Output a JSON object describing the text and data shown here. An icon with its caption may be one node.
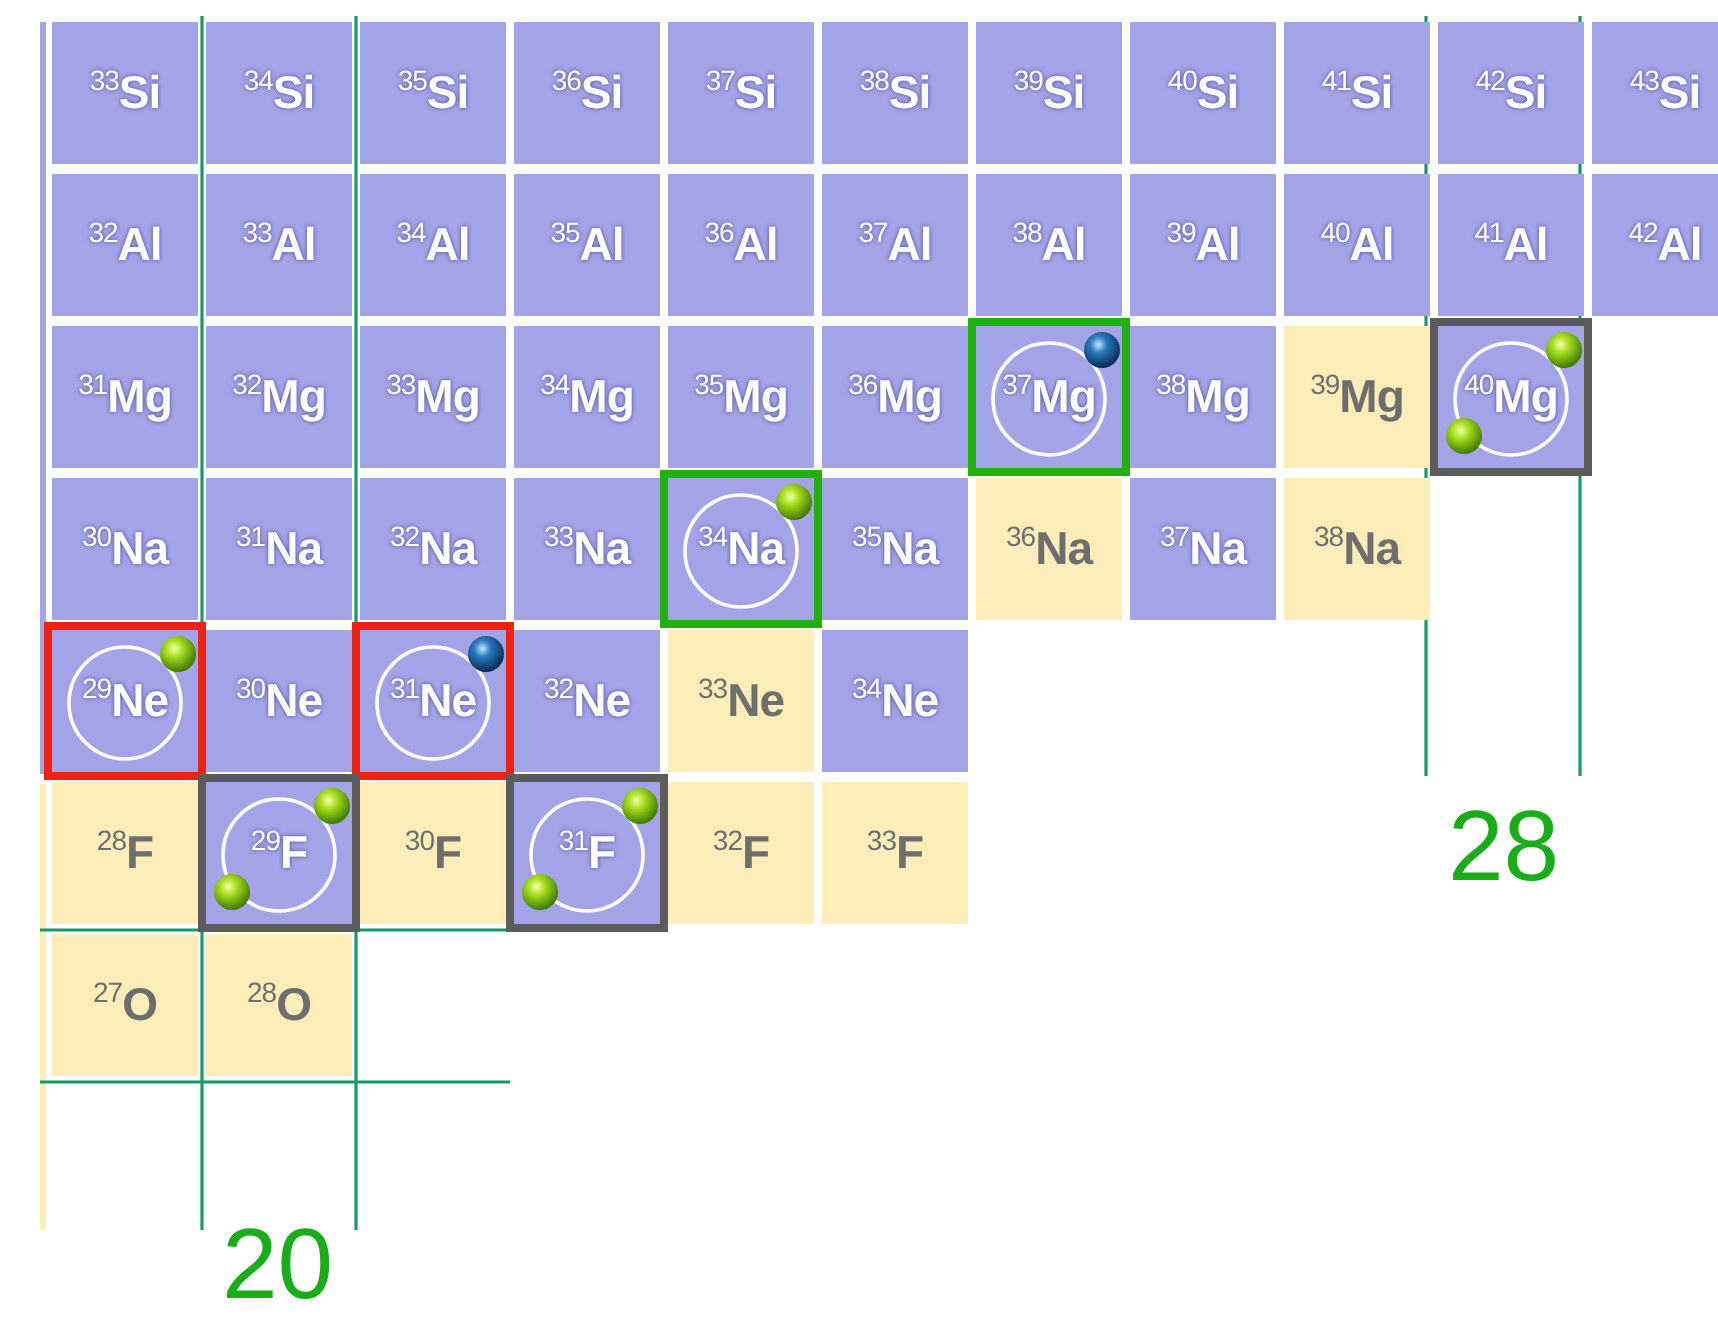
{
  "diagram": {
    "nodes": [
      {
        "text": [
          "$^{33}$Si"
        ]
      },
      {
        "text": [
          "$^{34}$Si"
        ]
      },
      {
        "text": [
          "$^{35}$Si"
        ]
      },
      {
        "text": [
          "$^{36}$Si"
        ]
      },
      {
        "text": [
          "$^{37}$Si"
        ]
      },
      {
        "text": [
          "$^{38}$Si"
        ]
      },
      {
        "text": [
          "$^{39}$Si"
        ]
      },
      {
        "text": [
          "$^{40}$Si"
        ]
      },
      {
        "text": [
          "$^{41}$Si"
        ]
      },
      {
        "text": [
          "$^{42}$Si"
        ]
      },
      {
        "text": [
          "$^{43}$Si"
        ]
      },
      {
        "text": [
          "$^{32}$Al"
        ]
      },
      {
        "text": [
          "$^{33}$Al"
        ]
      },
      {
        "text": [
          "$^{34}$Al"
        ]
      },
      {
        "text": [
          "$^{35}$Al"
        ]
      },
      {
        "text": [
          "$^{36}$Al"
        ]
      },
      {
        "text": [
          "$^{37}$Al"
        ]
      },
      {
        "text": [
          "$^{38}$Al"
        ]
      },
      {
        "text": [
          "$^{39}$Al"
        ]
      },
      {
        "text": [
          "$^{40}$Al"
        ]
      },
      {
        "text": [
          "$^{41}$Al"
        ]
      },
      {
        "text": [
          "$^{42}$Al"
        ]
      },
      {
        "text": [
          "$^{31}$Mg"
        ]
      },
      {
        "text": [
          "$^{32}$Mg"
        ]
      },
      {
        "text": [
          "$^{33}$Mg"
        ]
      },
      {
        "text": [
          "$^{34}$Mg"
        ]
      },
      {
        "text": [
          "$^{35}$Mg"
        ]
      },
      {
        "text": [
          "$^{36}$Mg"
        ]
      },
      {
        "text": [],
        "shape": "box"
      },
      {
        "text": [
          "$^{37}$Mg"
        ],
        "in": 28
      },
      {
        "text": [
          "$^{38}$Mg"
        ]
      },
      {
        "text": [
          "$^{39}$Mg"
        ]
      },
      {
        "text": [],
        "shape": "box"
      },
      {
        "text": [
          "$^{40}$Mg"
        ],
        "in": 32
      },
      {
        "text": [
          "$^{30}$Na"
        ]
      },
      {
        "text": [
          "$^{31}$Na"
        ]
      },
      {
        "text": [
          "$^{32}$Na"
        ]
      },
      {
        "text": [
          "$^{33}$Na"
        ]
      },
      {
        "text": [],
        "shape": "box"
      },
      {
        "text": [
          "$^{34}$Na"
        ],
        "in": 38
      },
      {
        "text": [
          "$^{35}$Na"
        ]
      },
      {
        "text": [
          "$^{36}$Na"
        ]
      },
      {
        "text": [
          "$^{37}$Na"
        ]
      },
      {
        "text": [
          "$^{38}$Na"
        ]
      },
      {
        "text": [],
        "shape": "box"
      },
      {
        "text": [
          "$^{29}$Ne"
        ],
        "in": 44
      },
      {
        "text": [
          "$^{30}$Ne"
        ]
      },
      {
        "text": [],
        "shape": "box"
      },
      {
        "text": [
          "$^{31}$Ne"
        ],
        "in": 47
      },
      {
        "text": [
          "$^{32}$Ne"
        ]
      },
      {
        "text": [
          "$^{33}$Ne"
        ]
      },
      {
        "text": [
          "$^{34}$Ne"
        ]
      },
      {
        "text": [
          "$^{28}$F"
        ]
      },
      {
        "text": [],
        "shape": "box"
      },
      {
        "text": [
          "$^{29}$F"
        ],
        "in": 53
      },
      {
        "text": [
          "$^{30}$F"
        ]
      },
      {
        "text": [],
        "shape": "box"
      },
      {
        "text": [
          "$^{31}$F"
        ],
        "in": 56
      },
      {
        "text": [
          "$^{32}$F"
        ]
      },
      {
        "text": [
          "$^{33}$F"
        ]
      },
      {
        "text": [
          "$^{27}$O"
        ]
      },
      {
        "text": [
          "$^{28}$O"
        ]
      }
    ],
    "labels": [
      "28",
      "20"
    ]
  }
}
